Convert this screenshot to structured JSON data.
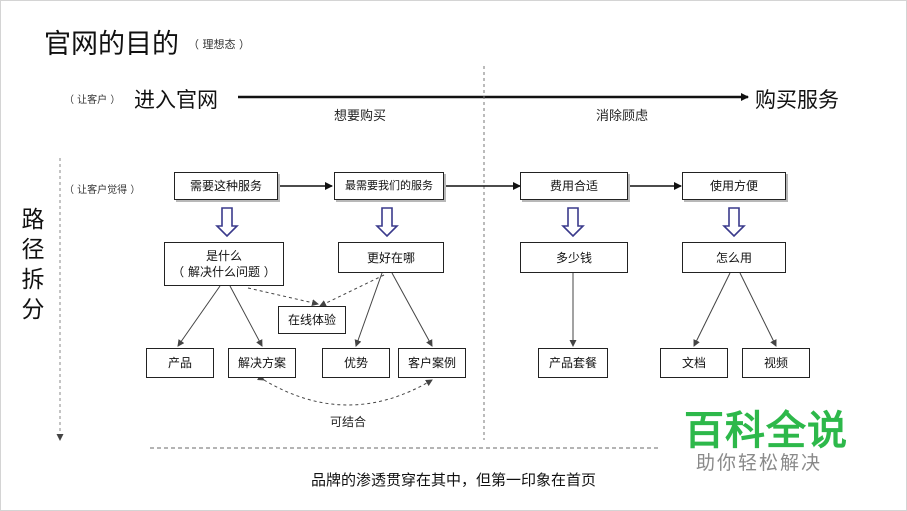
{
  "title": "官网的目的",
  "title_note": "（ 理想态 ）",
  "row1": {
    "label": "（ 让客户 ）",
    "start": "进入官网",
    "end": "购买服务",
    "phase_left": "想要购买",
    "phase_right": "消除顾虑"
  },
  "row2": {
    "label": "（ 让客户觉得 ）",
    "stages": [
      "需要这种服务",
      "最需要我们的服务",
      "费用合适",
      "使用方便"
    ]
  },
  "questions": [
    "是什么\n（ 解决什么问题 ）",
    "更好在哪",
    "多少钱",
    "怎么用"
  ],
  "answers": {
    "online_experience": "在线体验",
    "product": "产品",
    "solution": "解决方案",
    "advantage": "优势",
    "case": "客户案例",
    "package": "产品套餐",
    "document": "文档",
    "video": "视频",
    "combine": "可结合"
  },
  "side_label": "路径拆分",
  "footer": "品牌的渗透贯穿在其中，但第一印象在首页",
  "watermark": {
    "main": "百科全说",
    "sub": "助你轻松解决",
    "color": "#2db84a"
  }
}
